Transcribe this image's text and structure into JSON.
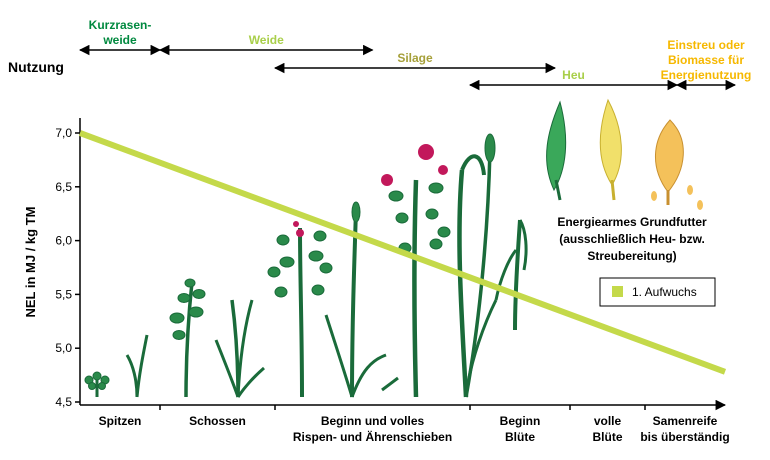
{
  "chart_data": {
    "type": "line",
    "title": "",
    "xlabel": "",
    "ylabel": "NEL in MJ / kg TM",
    "ylim": [
      4.5,
      7.0
    ],
    "yticks": [
      "4,5",
      "5,0",
      "5,5",
      "6,0",
      "6,5",
      "7,0"
    ],
    "grid": false,
    "legend_position": "right",
    "x_categories": [
      {
        "lines": [
          "Spitzen"
        ]
      },
      {
        "lines": [
          "Schossen"
        ]
      },
      {
        "lines": [
          "Beginn und volles",
          "Rispen- und Ährenschieben"
        ]
      },
      {
        "lines": [
          "Beginn",
          "Blüte"
        ]
      },
      {
        "lines": [
          "volle",
          "Blüte"
        ]
      },
      {
        "lines": [
          "Samenreife",
          "bis überständig"
        ]
      }
    ],
    "series": [
      {
        "name": "1. Aufwuchs",
        "color": "#c4d94a",
        "x": [
          0,
          6
        ],
        "y": [
          7.0,
          4.78
        ]
      }
    ]
  },
  "usage": {
    "label": "Nutzung",
    "ranges": [
      {
        "lines": [
          "Kurzrasen-",
          "weide"
        ],
        "color": "#00893f",
        "from": 0,
        "to": 1
      },
      {
        "lines": [
          "Weide"
        ],
        "color": "#a9cf4a",
        "from": 1,
        "to": 2.5
      },
      {
        "lines": [
          "Silage"
        ],
        "color": "#a6a03a",
        "from": 2,
        "to": 3.85
      },
      {
        "lines": [
          "Heu"
        ],
        "color": "#a9cf4a",
        "from": 3,
        "to": 5.4
      },
      {
        "lines": [
          "Einstreu oder",
          "Biomasse für",
          "Energienutzung"
        ],
        "color": "#f6b800",
        "from": 5.4,
        "to": 6
      }
    ]
  },
  "annotation": {
    "lines": [
      "Energiearmes Grundfutter",
      "(ausschließlich Heu- bzw.",
      "Streubereitung)"
    ]
  }
}
